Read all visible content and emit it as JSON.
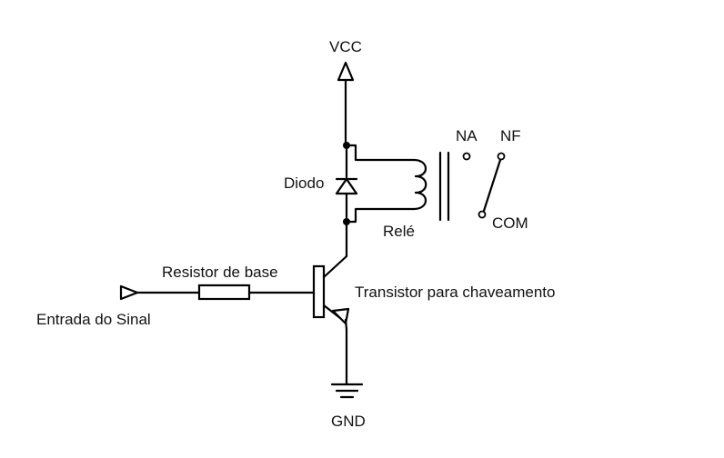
{
  "labels": {
    "vcc": "VCC",
    "na": "NA",
    "nf": "NF",
    "diode": "Diodo",
    "relay": "Relé",
    "com": "COM",
    "base_resistor": "Resistor de base",
    "transistor": "Transistor para chaveamento",
    "signal_input": "Entrada do Sinal",
    "gnd": "GND"
  }
}
